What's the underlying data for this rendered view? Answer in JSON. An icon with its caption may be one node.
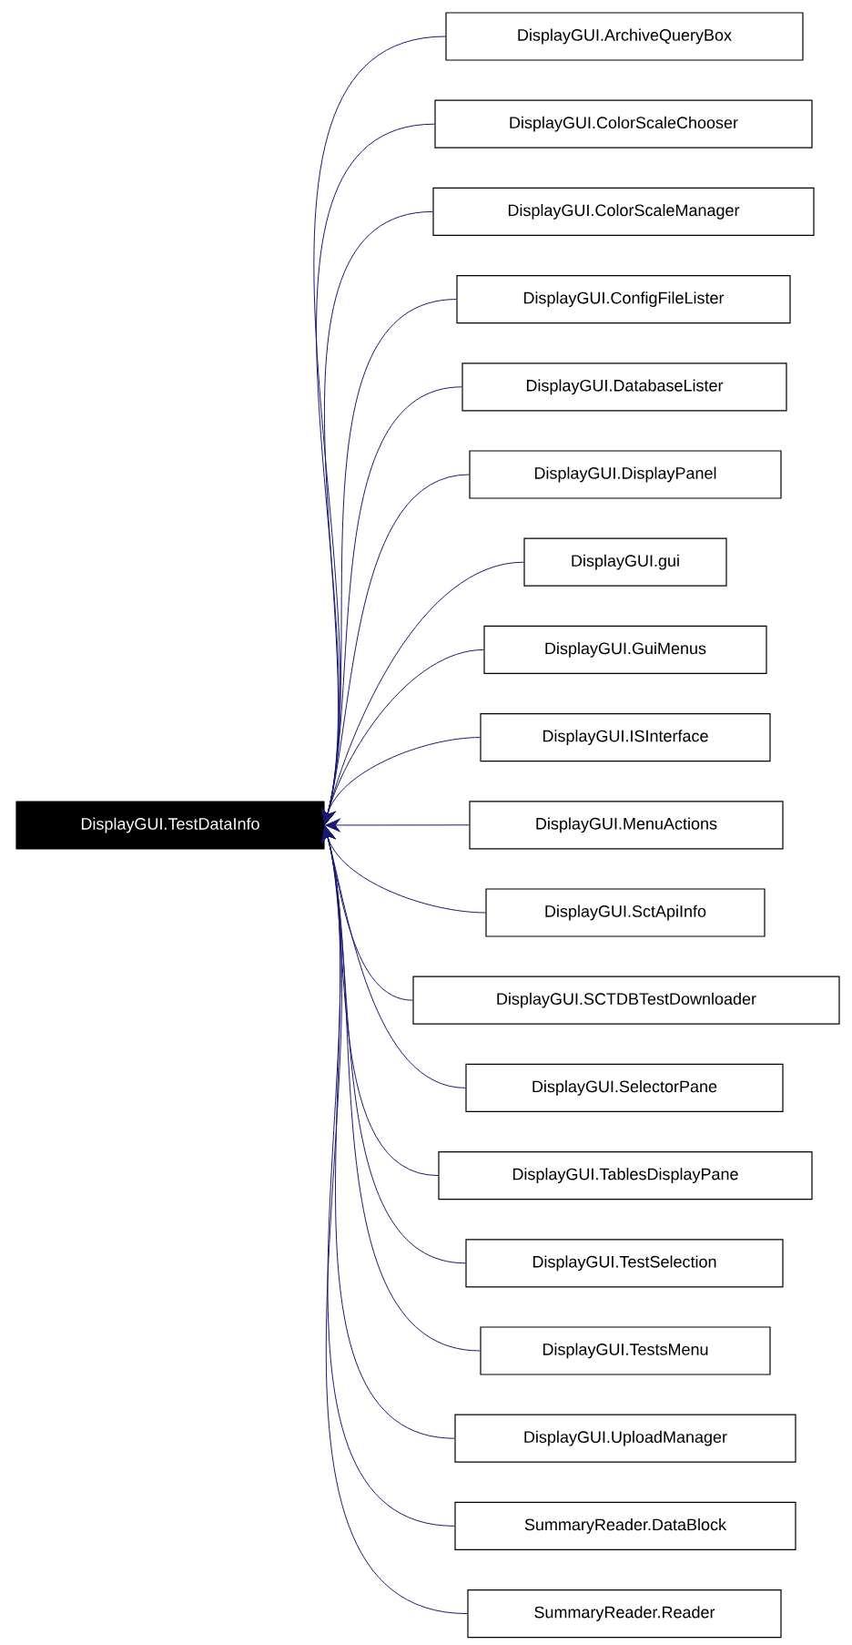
{
  "diagram": {
    "nodes": [
      {
        "text": [
          "DisplayGUI.TestDataInfo"
        ]
      },
      {
        "text": [
          "DisplayGUI.ArchiveQueryBox"
        ]
      },
      {
        "text": [
          "DisplayGUI.ColorScaleChooser"
        ]
      },
      {
        "text": [
          "DisplayGUI.ColorScaleManager"
        ]
      },
      {
        "text": [
          "DisplayGUI.ConfigFileLister"
        ]
      },
      {
        "text": [
          "DisplayGUI.DatabaseLister"
        ]
      },
      {
        "text": [
          "DisplayGUI.DisplayPanel"
        ]
      },
      {
        "text": [
          "DisplayGUI.gui"
        ]
      },
      {
        "text": [
          "DisplayGUI.GuiMenus"
        ]
      },
      {
        "text": [
          "DisplayGUI.ISInterface"
        ]
      },
      {
        "text": [
          "DisplayGUI.MenuActions"
        ]
      },
      {
        "text": [
          "DisplayGUI.SctApiInfo"
        ]
      },
      {
        "text": [
          "DisplayGUI.SCTDBTestDownloader"
        ]
      },
      {
        "text": [
          "DisplayGUI.SelectorPane"
        ]
      },
      {
        "text": [
          "DisplayGUI.TablesDisplayPane"
        ]
      },
      {
        "text": [
          "DisplayGUI.TestSelection"
        ]
      },
      {
        "text": [
          "DisplayGUI.TestsMenu"
        ]
      },
      {
        "text": [
          "DisplayGUI.UploadManager"
        ]
      },
      {
        "text": [
          "SummaryReader.DataBlock"
        ]
      },
      {
        "text": [
          "SummaryReader.Reader"
        ]
      }
    ],
    "edges": [
      {
        "from": 1,
        "to": 0,
        "arrow": "to"
      },
      {
        "from": 2,
        "to": 0,
        "arrow": "to"
      },
      {
        "from": 3,
        "to": 0,
        "arrow": "to"
      },
      {
        "from": 4,
        "to": 0,
        "arrow": "to"
      },
      {
        "from": 5,
        "to": 0,
        "arrow": "to"
      },
      {
        "from": 6,
        "to": 0,
        "arrow": "to"
      },
      {
        "from": 7,
        "to": 0,
        "arrow": "to"
      },
      {
        "from": 8,
        "to": 0,
        "arrow": "to"
      },
      {
        "from": 9,
        "to": 0,
        "arrow": "to"
      },
      {
        "from": 10,
        "to": 0,
        "arrow": "to"
      },
      {
        "from": 11,
        "to": 0,
        "arrow": "to"
      },
      {
        "from": 12,
        "to": 0,
        "arrow": "to"
      },
      {
        "from": 13,
        "to": 0,
        "arrow": "to"
      },
      {
        "from": 14,
        "to": 0,
        "arrow": "to"
      },
      {
        "from": 15,
        "to": 0,
        "arrow": "to"
      },
      {
        "from": 16,
        "to": 0,
        "arrow": "to"
      },
      {
        "from": 17,
        "to": 0,
        "arrow": "to"
      },
      {
        "from": 18,
        "to": 0,
        "arrow": "to"
      },
      {
        "from": 19,
        "to": 0,
        "arrow": "to"
      }
    ]
  }
}
